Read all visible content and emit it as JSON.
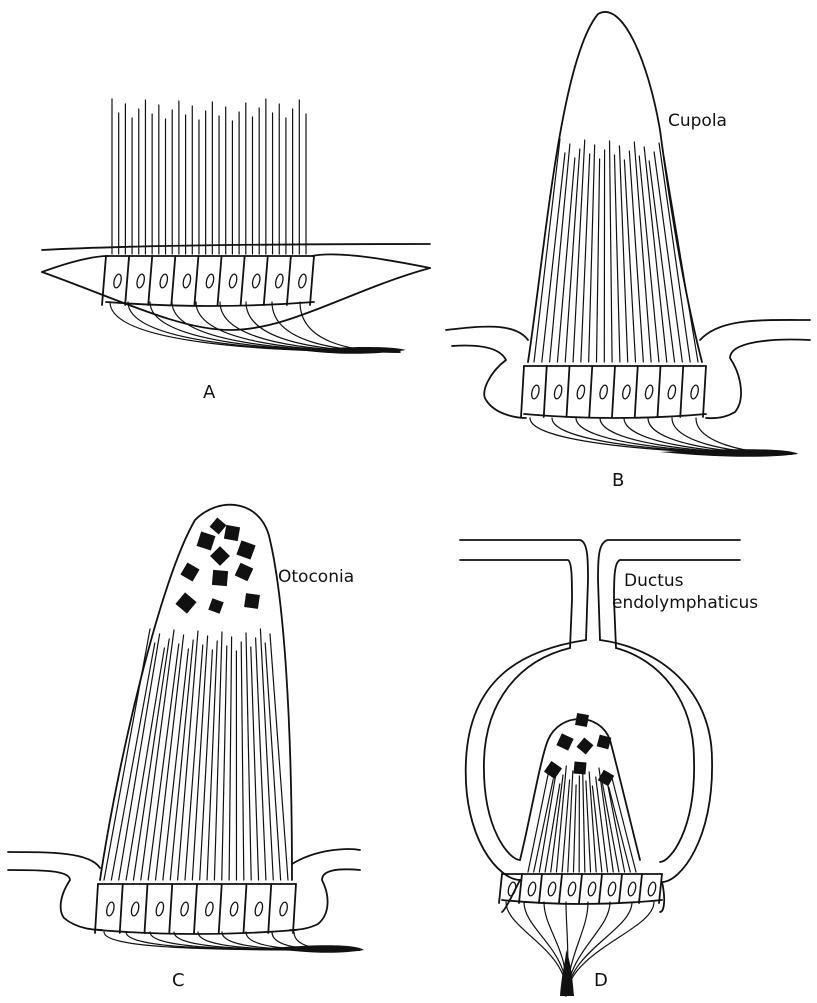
{
  "panels": {
    "a": {
      "letter": "A"
    },
    "b": {
      "letter": "B",
      "label": "Cupola"
    },
    "c": {
      "letter": "C",
      "label": "Otoconia"
    },
    "d": {
      "letter": "D",
      "label_line1": "Ductus",
      "label_line2": "endolymphaticus"
    }
  }
}
